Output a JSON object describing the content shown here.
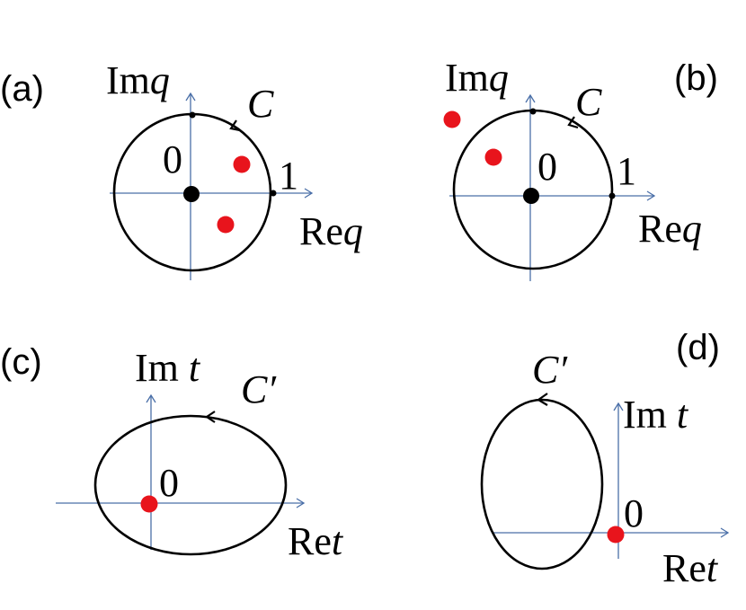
{
  "colors": {
    "axis": "#4a6fa8",
    "contour": "#000000",
    "pole": "#e8141c",
    "origin": "#000000"
  },
  "panels": {
    "a": {
      "label": "(a)",
      "im_axis": {
        "prefix": "Im",
        "var": "q"
      },
      "re_axis": {
        "prefix": "Re",
        "var": "q"
      },
      "contour_label": "C",
      "origin_label": "0",
      "unit_label": "1"
    },
    "b": {
      "label": "(b)",
      "im_axis": {
        "prefix": "Im",
        "var": "q"
      },
      "re_axis": {
        "prefix": "Re",
        "var": "q"
      },
      "contour_label": "C",
      "origin_label": "0",
      "unit_label": "1"
    },
    "c": {
      "label": "(c)",
      "im_axis": {
        "prefix": "Im ",
        "var": "t"
      },
      "re_axis": {
        "prefix": "Re",
        "var": "t"
      },
      "contour_label": "C′",
      "origin_label": "0"
    },
    "d": {
      "label": "(d)",
      "im_axis": {
        "prefix": "Im ",
        "var": "t"
      },
      "re_axis": {
        "prefix": "Re",
        "var": "t"
      },
      "contour_label": "C′",
      "origin_label": "0"
    }
  }
}
